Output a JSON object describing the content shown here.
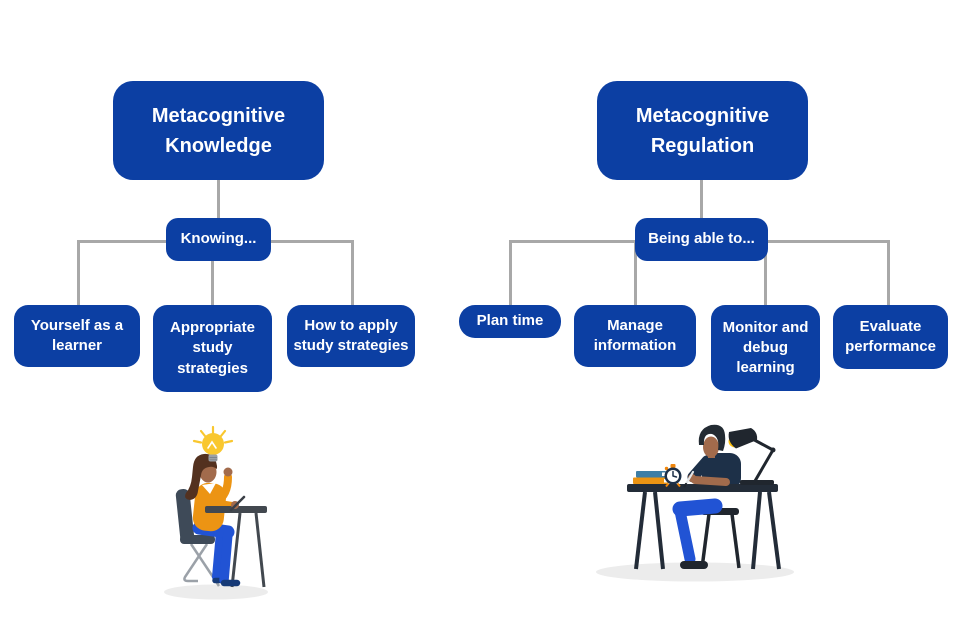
{
  "diagram": {
    "left": {
      "root": "Metacognitive Knowledge",
      "connector": "Knowing...",
      "children": [
        "Yourself as a learner",
        "Appropriate study strategies",
        "How to apply study strategies"
      ]
    },
    "right": {
      "root": "Metacognitive Regulation",
      "connector": "Being able to...",
      "children": [
        "Plan time",
        "Manage information",
        "Monitor and debug learning",
        "Evaluate performance"
      ]
    }
  },
  "illustrations": {
    "left": "person having an idea while writing at a desk",
    "right": "person studying at a desk with lamp, books and stopwatch"
  },
  "colors": {
    "box_blue": "#0C3FA3",
    "connector_gray": "#A8A8A8",
    "background": "#FFFFFF",
    "shadow": "#ECECEC"
  }
}
